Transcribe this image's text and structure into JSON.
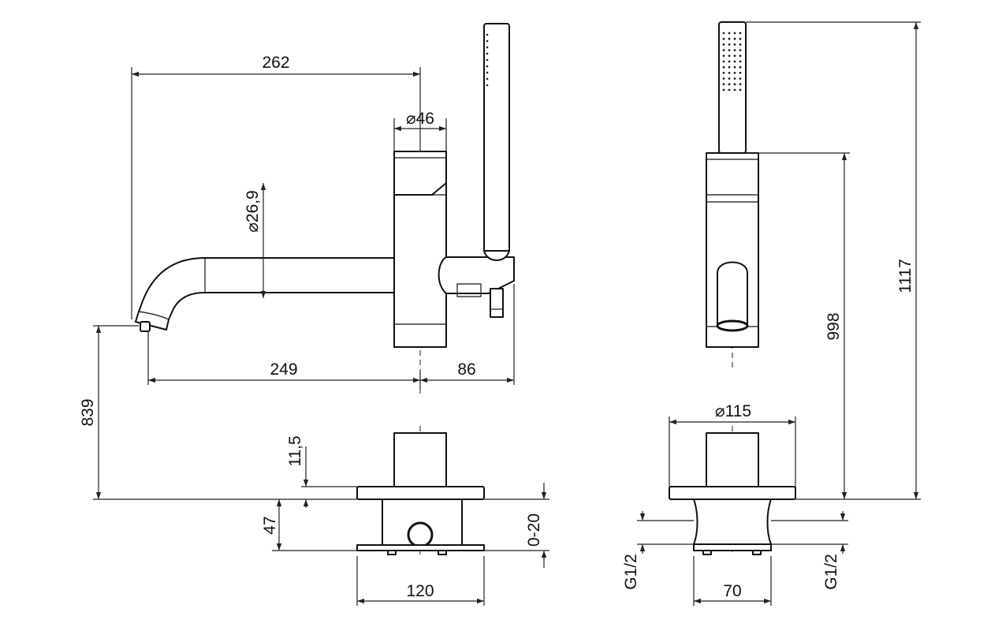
{
  "dimensions": {
    "spout_reach_total": "262",
    "body_diameter": "⌀46",
    "spout_diameter": "⌀26,9",
    "spout_reach": "249",
    "handshower_offset": "86",
    "outlet_height": "839",
    "flange_thickness": "11,5",
    "base_depth": "47",
    "adjustment": "0-20",
    "base_width": "120",
    "base_diameter": "⌀115",
    "body_height": "998",
    "total_height": "1117",
    "thread_left": "G1/2",
    "thread_right": "G1/2",
    "base_width_side": "70"
  }
}
